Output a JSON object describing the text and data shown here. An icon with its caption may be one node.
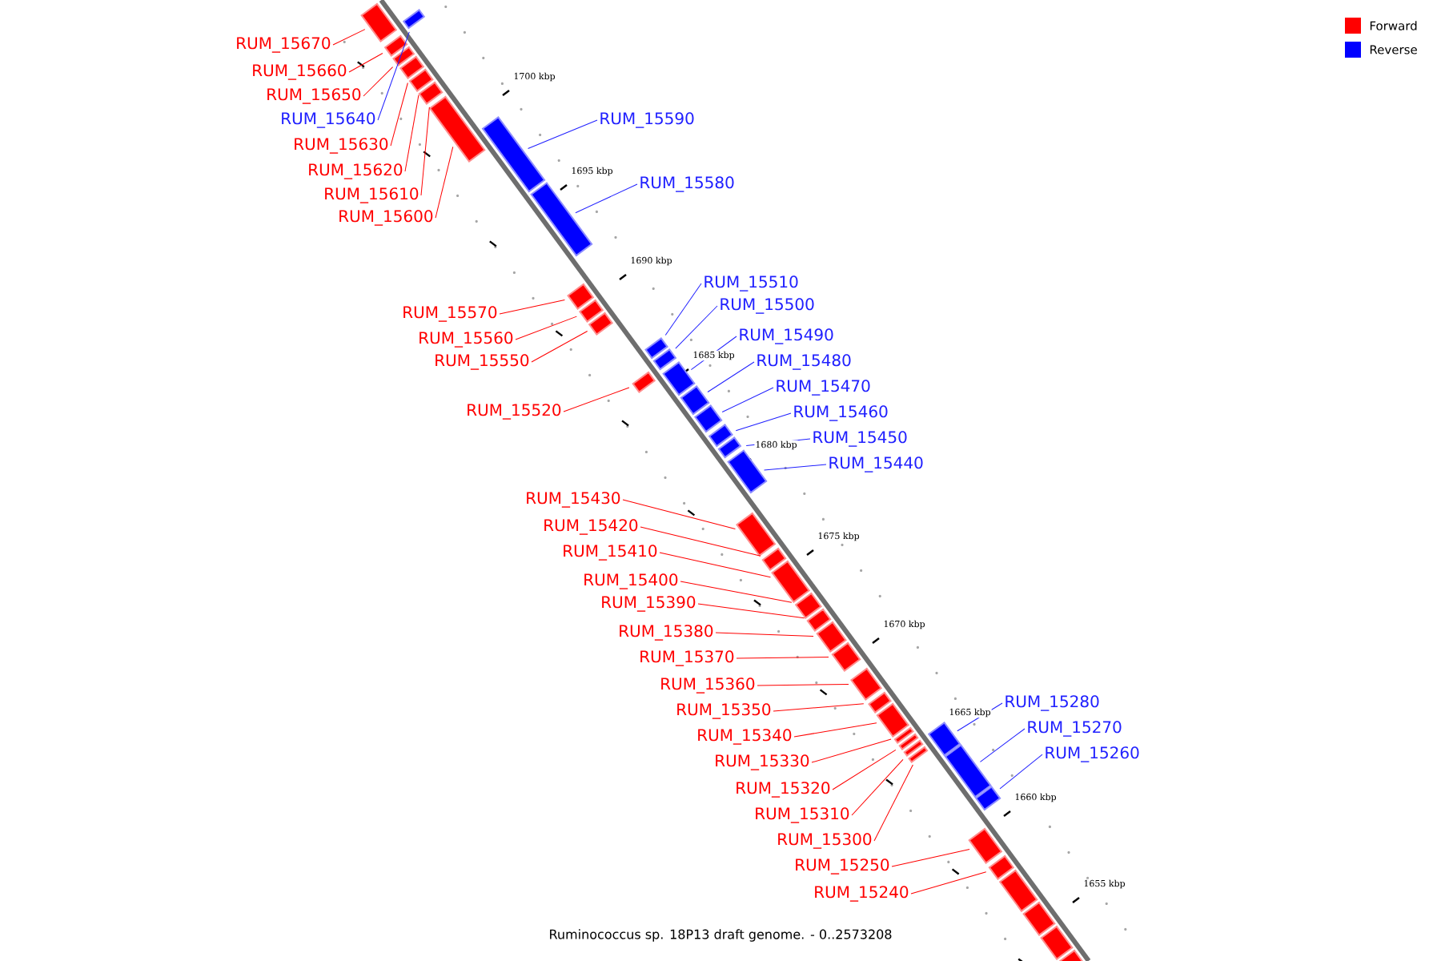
{
  "diagram": {
    "caption": "Ruminococcus sp. 18P13 draft genome. - 0..2573208",
    "nodes": [
      {
        "text": [
          "RUM_15670"
        ]
      },
      {
        "text": [
          "RUM_15660"
        ]
      },
      {
        "text": [
          "RUM_15650"
        ]
      },
      {
        "text": [
          "RUM_15640"
        ]
      },
      {
        "text": [
          "RUM_15630"
        ]
      },
      {
        "text": [
          "RUM_15620"
        ]
      },
      {
        "text": [
          "RUM_15610"
        ]
      },
      {
        "text": [
          "RUM_15600"
        ]
      },
      {
        "text": [
          "RUM_15590"
        ]
      },
      {
        "text": [
          "RUM_15580"
        ]
      },
      {
        "text": [
          "RUM_15570"
        ]
      },
      {
        "text": [
          "RUM_15560"
        ]
      },
      {
        "text": [
          "RUM_15550"
        ]
      },
      {
        "text": [
          "RUM_15520"
        ]
      },
      {
        "text": [
          "RUM_15510"
        ]
      },
      {
        "text": [
          "RUM_15500"
        ]
      },
      {
        "text": [
          "RUM_15490"
        ]
      },
      {
        "text": [
          "RUM_15480"
        ]
      },
      {
        "text": [
          "RUM_15470"
        ]
      },
      {
        "text": [
          "RUM_15460"
        ]
      },
      {
        "text": [
          "RUM_15450"
        ]
      },
      {
        "text": [
          "RUM_15440"
        ]
      },
      {
        "text": [
          "RUM_15430"
        ]
      },
      {
        "text": [
          "RUM_15420"
        ]
      },
      {
        "text": [
          "RUM_15410"
        ]
      },
      {
        "text": [
          "RUM_15400"
        ]
      },
      {
        "text": [
          "RUM_15390"
        ]
      },
      {
        "text": [
          "RUM_15380"
        ]
      },
      {
        "text": [
          "RUM_15370"
        ]
      },
      {
        "text": [
          "RUM_15360"
        ]
      },
      {
        "text": [
          "RUM_15350"
        ]
      },
      {
        "text": [
          "RUM_15340"
        ]
      },
      {
        "text": [
          "RUM_15330"
        ]
      },
      {
        "text": [
          "RUM_15320"
        ]
      },
      {
        "text": [
          "RUM_15310"
        ]
      },
      {
        "text": [
          "RUM_15300"
        ]
      },
      {
        "text": [
          "RUM_15250"
        ]
      },
      {
        "text": [
          "RUM_15240"
        ]
      },
      {
        "text": [
          "RUM_15280"
        ]
      },
      {
        "text": [
          "RUM_15270"
        ]
      },
      {
        "text": [
          "RUM_15260"
        ]
      },
      {
        "text": [],
        "shape": "box"
      },
      {
        "text": [],
        "shape": "box"
      },
      {
        "text": [],
        "shape": "box"
      },
      {
        "text": [],
        "shape": "box"
      },
      {
        "text": [],
        "shape": "box"
      },
      {
        "text": [],
        "shape": "box"
      },
      {
        "text": [],
        "shape": "box"
      },
      {
        "text": [],
        "shape": "box"
      },
      {
        "text": [],
        "shape": "box"
      },
      {
        "text": [],
        "shape": "box"
      },
      {
        "text": [],
        "shape": "box"
      },
      {
        "text": [],
        "shape": "box"
      },
      {
        "text": [],
        "shape": "box"
      },
      {
        "text": [],
        "shape": "box"
      },
      {
        "text": [],
        "shape": "box"
      },
      {
        "text": [],
        "shape": "box"
      },
      {
        "text": [],
        "shape": "box"
      },
      {
        "text": [],
        "shape": "box"
      },
      {
        "text": [],
        "shape": "box"
      },
      {
        "text": [],
        "shape": "box"
      },
      {
        "text": [],
        "shape": "box"
      },
      {
        "text": [],
        "shape": "box"
      },
      {
        "text": [],
        "shape": "box"
      },
      {
        "text": [],
        "shape": "box"
      },
      {
        "text": [],
        "shape": "box"
      },
      {
        "text": [],
        "shape": "box"
      },
      {
        "text": [],
        "shape": "box"
      },
      {
        "text": [],
        "shape": "box"
      },
      {
        "text": [],
        "shape": "box"
      },
      {
        "text": [],
        "shape": "box"
      },
      {
        "text": [],
        "shape": "box"
      },
      {
        "text": [],
        "shape": "box"
      },
      {
        "text": [],
        "shape": "box"
      },
      {
        "text": [],
        "shape": "box"
      },
      {
        "text": [],
        "shape": "box"
      },
      {
        "text": [],
        "shape": "box"
      },
      {
        "text": [],
        "shape": "box"
      },
      {
        "text": [],
        "shape": "box"
      },
      {
        "text": [],
        "shape": "box"
      },
      {
        "text": [],
        "shape": "box"
      },
      {
        "text": [],
        "shape": "box"
      },
      {
        "text": [],
        "shape": "box"
      },
      {
        "text": [],
        "shape": "box"
      },
      {
        "text": [],
        "shape": "box"
      },
      {
        "text": [],
        "shape": "box"
      },
      {
        "text": [],
        "shape": "bar"
      }
    ],
    "edges": [
      {
        "from": 0,
        "to": 41,
        "arrow": "none"
      },
      {
        "from": 1,
        "to": 42,
        "arrow": "none"
      },
      {
        "from": 2,
        "to": 43,
        "arrow": "none"
      },
      {
        "from": 3,
        "to": 44,
        "arrow": "none",
        "color": "#2020ff"
      },
      {
        "from": 4,
        "to": 45,
        "arrow": "none"
      },
      {
        "from": 5,
        "to": 46,
        "arrow": "none"
      },
      {
        "from": 6,
        "to": 47,
        "arrow": "none"
      },
      {
        "from": 7,
        "to": 48,
        "arrow": "none"
      },
      {
        "from": 8,
        "to": 49,
        "arrow": "none",
        "color": "#2020ff"
      },
      {
        "from": 9,
        "to": 50,
        "arrow": "none",
        "color": "#2020ff"
      },
      {
        "from": 10,
        "to": 51,
        "arrow": "none"
      },
      {
        "from": 11,
        "to": 52,
        "arrow": "none"
      },
      {
        "from": 12,
        "to": 53,
        "arrow": "none"
      },
      {
        "from": 13,
        "to": 54,
        "arrow": "none"
      },
      {
        "from": 14,
        "to": 55,
        "arrow": "none",
        "color": "#2020ff"
      },
      {
        "from": 15,
        "to": 56,
        "arrow": "none",
        "color": "#2020ff"
      },
      {
        "from": 16,
        "to": 57,
        "arrow": "none",
        "color": "#2020ff"
      },
      {
        "from": 17,
        "to": 58,
        "arrow": "none",
        "color": "#2020ff"
      },
      {
        "from": 18,
        "to": 59,
        "arrow": "none",
        "color": "#2020ff"
      },
      {
        "from": 19,
        "to": 60,
        "arrow": "none",
        "color": "#2020ff"
      },
      {
        "from": 20,
        "to": 61,
        "arrow": "none",
        "color": "#2020ff"
      },
      {
        "from": 21,
        "to": 62,
        "arrow": "none",
        "color": "#2020ff"
      },
      {
        "from": 22,
        "to": 63,
        "arrow": "none"
      },
      {
        "from": 23,
        "to": 64,
        "arrow": "none"
      },
      {
        "from": 24,
        "to": 65,
        "arrow": "none"
      },
      {
        "from": 25,
        "to": 66,
        "arrow": "none"
      },
      {
        "from": 26,
        "to": 67,
        "arrow": "none"
      },
      {
        "from": 27,
        "to": 68,
        "arrow": "none"
      },
      {
        "from": 28,
        "to": 69,
        "arrow": "none"
      },
      {
        "from": 29,
        "to": 70,
        "arrow": "none"
      },
      {
        "from": 30,
        "to": 71,
        "arrow": "none"
      },
      {
        "from": 31,
        "to": 72,
        "arrow": "none"
      },
      {
        "from": 32,
        "to": 73,
        "arrow": "none"
      },
      {
        "from": 33,
        "to": 74,
        "arrow": "none"
      },
      {
        "from": 34,
        "to": 75,
        "arrow": "none"
      },
      {
        "from": 35,
        "to": 76,
        "arrow": "none"
      },
      {
        "from": 36,
        "to": 77,
        "arrow": "none"
      },
      {
        "from": 37,
        "to": 78,
        "arrow": "none"
      },
      {
        "from": 38,
        "to": 79,
        "arrow": "none",
        "color": "#2020ff"
      },
      {
        "from": 39,
        "to": 80,
        "arrow": "none",
        "color": "#2020ff"
      },
      {
        "from": 40,
        "to": 81,
        "arrow": "none",
        "color": "#2020ff"
      }
    ],
    "labels": [
      "1700 kbp",
      "1695 kbp",
      "1690 kbp",
      "1685 kbp",
      "1680 kbp",
      "1675 kbp",
      "1670 kbp",
      "1665 kbp",
      "1660 kbp",
      "1655 kbp"
    ],
    "legend": [
      {
        "text": "Forward",
        "color": "#ff0000"
      },
      {
        "text": "Reverse",
        "color": "#0000ff"
      }
    ]
  }
}
